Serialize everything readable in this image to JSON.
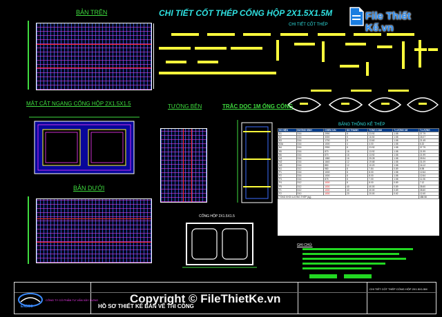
{
  "drawing": {
    "main_title": "CHI TIẾT CỐT THÉP CỐNG HỘP 2X1.5X1.5M",
    "views": {
      "top_plan": "BẢN TRÊN",
      "cross_section": "MẶT CẮT NGANG CỐNG HỘP 2X1.5X1.5",
      "side_wall": "TƯỜNG BÊN",
      "longitudinal": "TRẮC DỌC 1M ỐNG CỐNG",
      "bottom_plan": "BẢN DƯỚI",
      "rebar_detail": "CHI TIẾT CỐT THÉP",
      "schedule_title": "BẢNG THỐNG KÊ THÉP"
    },
    "schedule": {
      "headers": [
        "SỐ HIỆU",
        "ĐƯỜNG KÍNH",
        "CHIỀU DÀI",
        "SỐ THANH",
        "TỔNG C.DÀI",
        "T.LƯỢNG 1M",
        "T.LƯỢNG"
      ],
      "rows": [
        [
          "B1",
          "D16",
          "2990",
          "8",
          "23.92",
          "1.58",
          "37.79"
        ],
        [
          "B2",
          "D16",
          "3300",
          "5",
          "16.50",
          "1.58",
          "26.07"
        ],
        [
          "B3",
          "D16",
          "1700",
          "8",
          "13.60",
          "1.58",
          "21.49"
        ],
        [
          "B3A",
          "D16",
          "1000",
          "4",
          "4.00",
          "1.58",
          "6.32"
        ],
        [
          "B4",
          "D16",
          "2990",
          "8",
          "23.92",
          "1.58",
          "37.79"
        ],
        [
          "B5",
          "D16",
          "870",
          "16",
          "13.92",
          "1.58",
          "21.99"
        ],
        [
          "B6",
          "D16",
          "870",
          "16",
          "13.92",
          "1.58",
          "21.99"
        ],
        [
          "M1",
          "D16",
          "1580",
          "16",
          "25.28",
          "1.58",
          "39.94"
        ],
        [
          "M2",
          "D16",
          "1640",
          "12",
          "19.68",
          "1.58",
          "31.09"
        ],
        [
          "M3",
          "D16",
          "850",
          "12",
          "10.20",
          "1.58",
          "16.12"
        ],
        [
          "N1",
          "D12",
          "980",
          "8",
          "7.84",
          "0.89",
          "6.98"
        ],
        [
          "P1",
          "D16",
          "1000",
          "8",
          "8.00",
          "1.58",
          "12.64"
        ],
        [
          "P2",
          "D16",
          "1000",
          "8",
          "8.00",
          "1.58",
          "12.64"
        ],
        [
          "P3",
          "D16",
          "875",
          "8",
          "7.00",
          "1.58",
          "11.06"
        ],
        [
          "P4",
          "D12",
          "1000",
          "8",
          "8.00",
          "0.89",
          "7.12"
        ],
        [
          "P5",
          "D12",
          "1000",
          "40",
          "40.00",
          "0.89",
          "35.60"
        ],
        [
          "F1",
          "D12",
          "1000",
          "40",
          "40.00",
          "0.89",
          "35.60"
        ],
        [
          "F2",
          "D10",
          "1000",
          "20",
          "20.00",
          "0.62",
          "12.40"
        ]
      ],
      "total_label": "TỔNG KHỐI LƯỢNG THÉP (kg)",
      "total_value": "488.58"
    },
    "notes_title": "GHI CHÚ:",
    "title_block": {
      "company": "CÔNG TY CỔ PHẦN TƯ VẤN XÂY DỰNG",
      "stage": "HỒ SƠ THIẾT KẾ BẢN VẼ THI CÔNG",
      "sheet_title": "CHI TIẾT CỐT THÉP CỐNG HỘP 2X1.5X1.5M",
      "logo_text": "ENSCO"
    },
    "culvert_section_label": "CỐNG HỘP 2X1.5X1.5"
  },
  "watermark": {
    "brand": "File Thiết Kế.vn",
    "copyright": "Copyright © FileThietKe.vn"
  },
  "colors": {
    "background": "#000000",
    "label_green": "#3fdc3f",
    "title_cyan": "#2fe0e0",
    "rebar_yellow": "#ffff3c",
    "table_header": "#003a8a",
    "section_magenta": "#ff3cff"
  }
}
